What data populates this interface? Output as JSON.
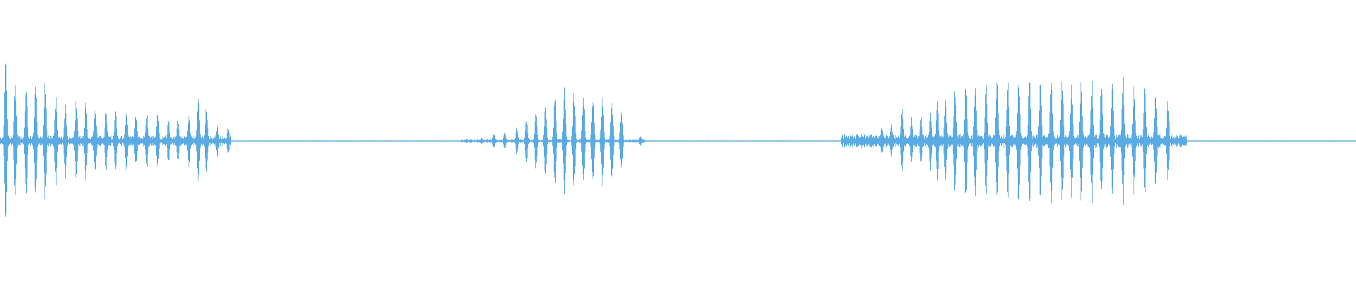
{
  "waveform": {
    "color": "#5aaae3",
    "background": "#ffffff",
    "duration": 1.0,
    "baseline_level": 0.004,
    "bursts": [
      {
        "start": 0.0,
        "end": 0.17,
        "peaks": [
          [
            0.004,
            0.8
          ],
          [
            0.011,
            0.53
          ],
          [
            0.019,
            0.58
          ],
          [
            0.026,
            0.51
          ],
          [
            0.033,
            0.58
          ],
          [
            0.041,
            0.4
          ],
          [
            0.048,
            0.35
          ],
          [
            0.056,
            0.4
          ],
          [
            0.063,
            0.36
          ],
          [
            0.07,
            0.33
          ],
          [
            0.078,
            0.28
          ],
          [
            0.085,
            0.3
          ],
          [
            0.093,
            0.27
          ],
          [
            0.1,
            0.27
          ],
          [
            0.108,
            0.27
          ],
          [
            0.116,
            0.26
          ],
          [
            0.124,
            0.21
          ],
          [
            0.131,
            0.19
          ],
          [
            0.139,
            0.26
          ],
          [
            0.146,
            0.4
          ],
          [
            0.152,
            0.34
          ],
          [
            0.16,
            0.16
          ],
          [
            0.168,
            0.13
          ]
        ],
        "noise": 0.035
      },
      {
        "start": 0.34,
        "end": 0.475,
        "peaks": [
          [
            0.344,
            0.02
          ],
          [
            0.355,
            0.03
          ],
          [
            0.364,
            0.07
          ],
          [
            0.372,
            0.08
          ],
          [
            0.381,
            0.13
          ],
          [
            0.388,
            0.22
          ],
          [
            0.395,
            0.28
          ],
          [
            0.402,
            0.34
          ],
          [
            0.409,
            0.46
          ],
          [
            0.416,
            0.51
          ],
          [
            0.423,
            0.49
          ],
          [
            0.43,
            0.46
          ],
          [
            0.437,
            0.44
          ],
          [
            0.444,
            0.43
          ],
          [
            0.451,
            0.38
          ],
          [
            0.458,
            0.29
          ],
          [
            0.472,
            0.05
          ]
        ],
        "noise": 0.012
      },
      {
        "start": 0.62,
        "end": 0.875,
        "peaks": [
          [
            0.623,
            0.02
          ],
          [
            0.63,
            0.03
          ],
          [
            0.636,
            0.05
          ],
          [
            0.642,
            0.07
          ],
          [
            0.65,
            0.13
          ],
          [
            0.657,
            0.16
          ],
          [
            0.665,
            0.36
          ],
          [
            0.672,
            0.22
          ],
          [
            0.679,
            0.26
          ],
          [
            0.686,
            0.28
          ],
          [
            0.691,
            0.38
          ],
          [
            0.697,
            0.41
          ],
          [
            0.704,
            0.55
          ],
          [
            0.712,
            0.6
          ],
          [
            0.719,
            0.55
          ],
          [
            0.727,
            0.57
          ],
          [
            0.735,
            0.62
          ],
          [
            0.743,
            0.63
          ],
          [
            0.751,
            0.63
          ],
          [
            0.759,
            0.62
          ],
          [
            0.767,
            0.61
          ],
          [
            0.775,
            0.64
          ],
          [
            0.783,
            0.67
          ],
          [
            0.79,
            0.52
          ],
          [
            0.797,
            0.62
          ],
          [
            0.805,
            0.57
          ],
          [
            0.812,
            0.58
          ],
          [
            0.82,
            0.58
          ],
          [
            0.828,
            0.58
          ],
          [
            0.836,
            0.52
          ],
          [
            0.844,
            0.52
          ],
          [
            0.852,
            0.49
          ],
          [
            0.861,
            0.38
          ],
          [
            0.87,
            0.05
          ]
        ],
        "noise": 0.045
      }
    ]
  }
}
